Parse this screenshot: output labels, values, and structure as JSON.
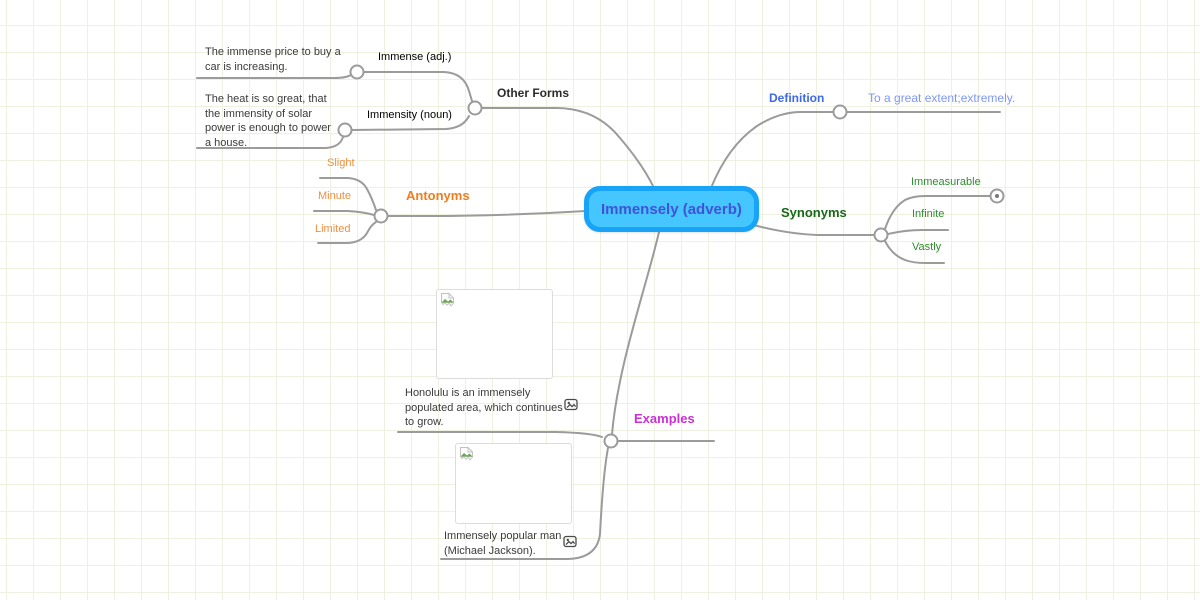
{
  "app": {
    "description": "mind map canvas"
  },
  "center": {
    "label": "Immensely (adverb)"
  },
  "branches": {
    "other_forms": {
      "label": "Other Forms",
      "forms": [
        {
          "label": "Immense (adj.)",
          "sentence": "The immense price to buy a car is increasing."
        },
        {
          "label": "Immensity (noun)",
          "sentence": "The heat is so great, that the immensity of solar power is enough to power a house."
        }
      ]
    },
    "definition": {
      "label": "Definition",
      "text": "To a great extent;extremely."
    },
    "synonyms": {
      "label": "Synonyms",
      "items": [
        "Immeasurable",
        "Infinite",
        "Vastly"
      ]
    },
    "antonyms": {
      "label": "Antonyms",
      "items": [
        "Slight",
        "Minute",
        "Limited"
      ]
    },
    "examples": {
      "label": "Examples",
      "items": [
        {
          "caption": "Honolulu is an immensely populated area, which continues to grow."
        },
        {
          "caption": "Immensely popular man (Michael Jackson)."
        }
      ]
    }
  },
  "icons": {
    "caption_icon": "image-icon",
    "placeholder_icon": "broken-image-icon",
    "collapsed_branch": "dot-circle"
  },
  "colors": {
    "node_fill": "#45c6ff",
    "node_border": "#17a3f6",
    "node_text": "#4052d8",
    "connector": "#9b9b9b",
    "grid": "#eef0e0",
    "other_forms": "#2b2b2b",
    "definition": "#3d68e8",
    "definition_text": "#7e97f7",
    "synonyms": "#18691a",
    "synonym_item": "#2f8c2f",
    "antonyms": "#f07d1d",
    "antonym_item": "#ef9040",
    "examples": "#cc2fd4",
    "body_text": "#3a3a3a"
  }
}
